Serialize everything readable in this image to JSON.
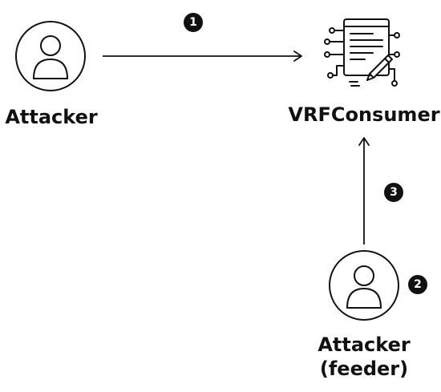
{
  "nodes": {
    "attacker": {
      "label": "Attacker"
    },
    "consumer": {
      "label": "VRFConsumer"
    },
    "feeder": {
      "label_line1": "Attacker",
      "label_line2": "(feeder)"
    }
  },
  "steps": {
    "one": "1",
    "two": "2",
    "three": "3"
  },
  "colors": {
    "ink": "#111111",
    "background": "#ffffff"
  },
  "icons": {
    "attacker": "user-circle-icon",
    "consumer": "smart-contract-document-icon",
    "feeder": "user-circle-icon"
  }
}
